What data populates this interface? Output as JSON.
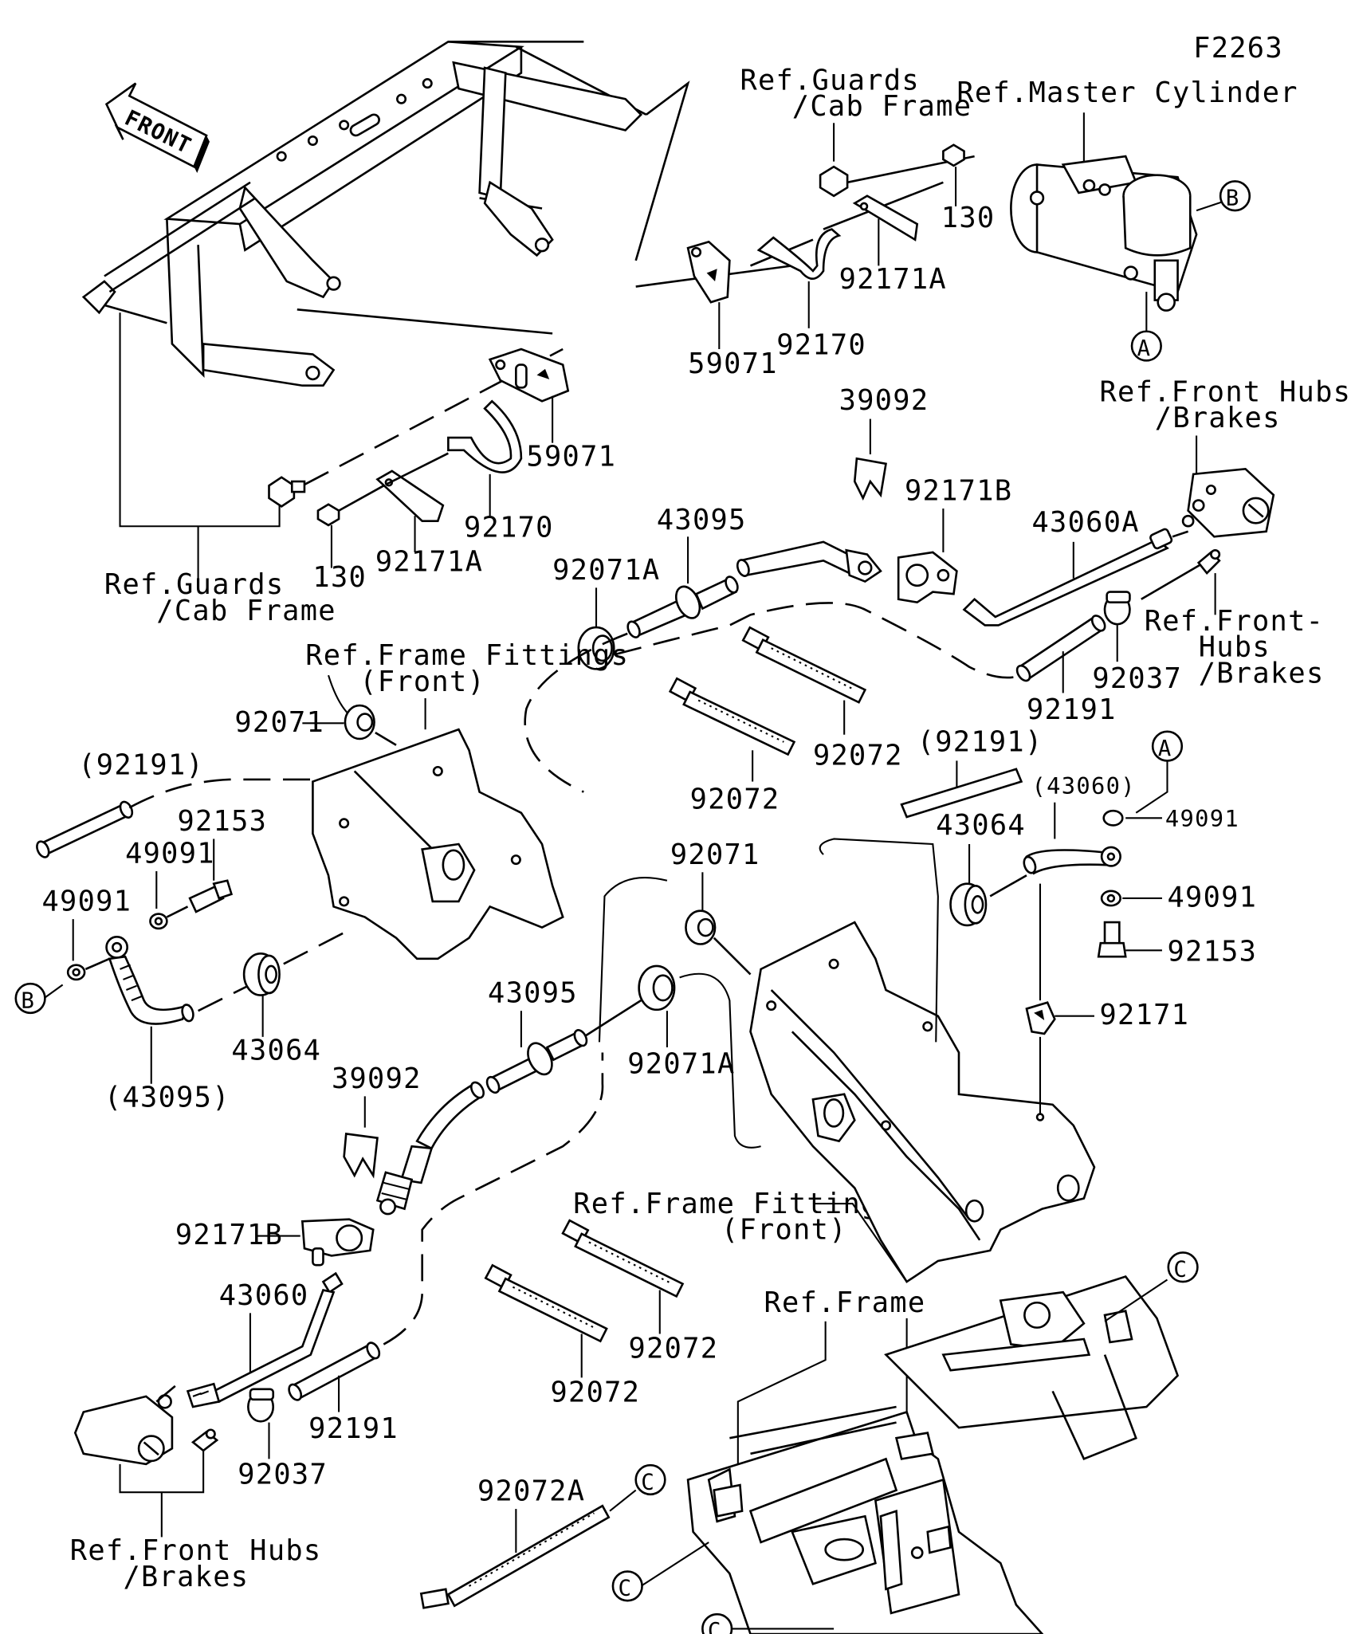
{
  "figure_id": "F2263",
  "orientation_arrow": "FRONT",
  "callout_letters": {
    "a": "A",
    "b": "B",
    "c": "C"
  },
  "references": {
    "guards_cab_frame_line1": "Ref.Guards",
    "guards_cab_frame_line2": "/Cab Frame",
    "master_cylinder": "Ref.Master Cylinder",
    "front_hubs_brakes_line1": "Ref.Front Hubs",
    "front_hubs_brakes_line2": "/Brakes",
    "front_hubs_brakes_alt_line1": "Ref.Front-",
    "front_hubs_brakes_alt_line2": "Hubs",
    "front_hubs_brakes_alt_line3": "/Brakes",
    "frame_fittings_front_line1": "Ref.Frame Fittings",
    "frame_fittings_front_line2": "(Front)",
    "frame_fittings_front_b_line1": "Ref.Frame Fittings",
    "frame": "Ref.Frame"
  },
  "parts": {
    "p59071": "59071",
    "p92170": "92170",
    "p92171A": "92171A",
    "p130": "130",
    "p39092": "39092",
    "p92171B": "92171B",
    "p43060A": "43060A",
    "p43095": "43095",
    "p92071A": "92071A",
    "p92037": "92037",
    "p92191": "92191",
    "p92191_ref": "(92191)",
    "p92071": "92071",
    "p92072": "92072",
    "p92153": "92153",
    "p49091": "49091",
    "p43064": "43064",
    "p43095_ref": "(43095)",
    "p92171": "92171",
    "p43060": "43060",
    "p92072A": "92072A"
  }
}
